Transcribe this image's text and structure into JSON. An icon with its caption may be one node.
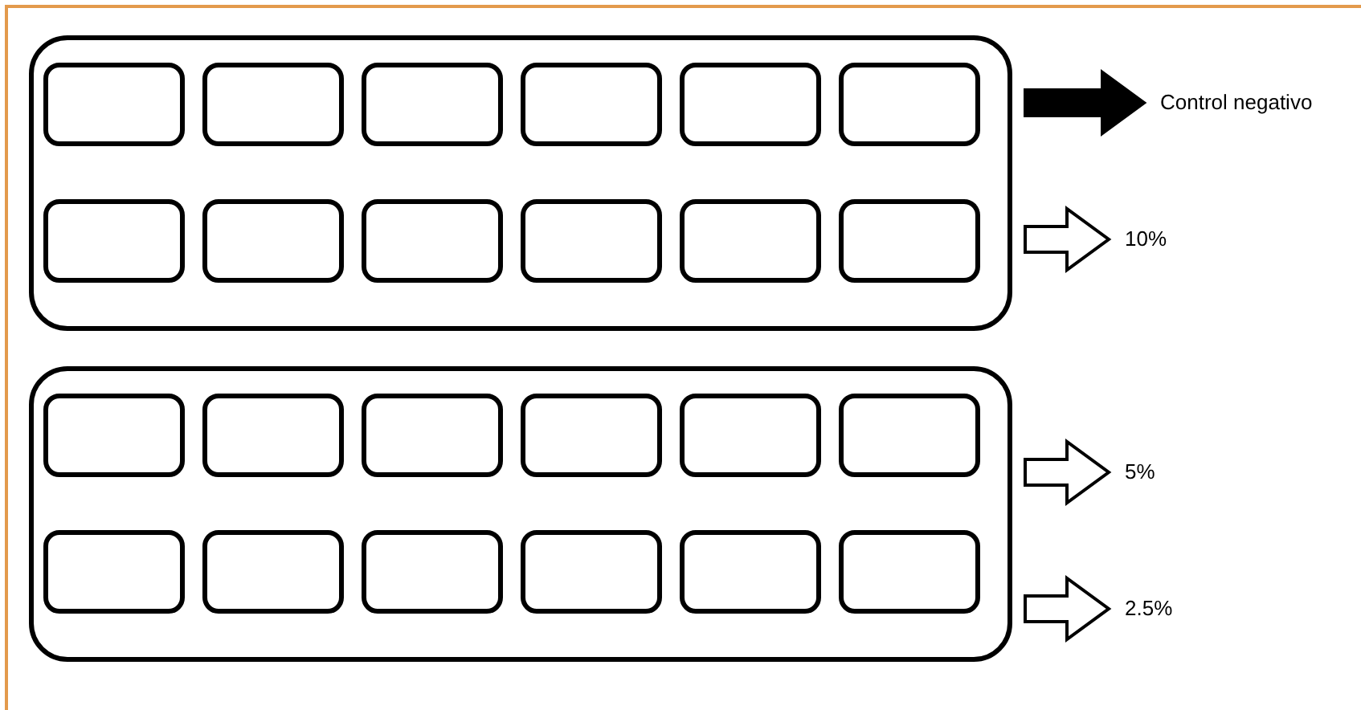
{
  "diagram": {
    "nodes": [
      {
        "text": [],
        "shape": "box"
      },
      {
        "text": [],
        "shape": "box",
        "in": 0
      },
      {
        "text": [],
        "shape": "box",
        "in": 0
      },
      {
        "text": [],
        "shape": "box",
        "in": 0
      },
      {
        "text": [],
        "shape": "box",
        "in": 0
      },
      {
        "text": [],
        "shape": "box",
        "in": 0
      },
      {
        "text": [],
        "shape": "box",
        "in": 0
      },
      {
        "text": [],
        "shape": "box",
        "in": 0
      },
      {
        "text": [],
        "shape": "box",
        "in": 0
      },
      {
        "text": [],
        "shape": "box",
        "in": 0
      },
      {
        "text": [],
        "shape": "box",
        "in": 0
      },
      {
        "text": [],
        "shape": "box",
        "in": 0
      },
      {
        "text": [],
        "shape": "box",
        "in": 0
      },
      {
        "text": [],
        "shape": "box"
      },
      {
        "text": [],
        "shape": "box",
        "in": 13
      },
      {
        "text": [],
        "shape": "box",
        "in": 13
      },
      {
        "text": [],
        "shape": "box",
        "in": 13
      },
      {
        "text": [],
        "shape": "box",
        "in": 13
      },
      {
        "text": [],
        "shape": "box",
        "in": 13
      },
      {
        "text": [],
        "shape": "box",
        "in": 13
      },
      {
        "text": [],
        "shape": "box",
        "in": 13
      },
      {
        "text": [],
        "shape": "box",
        "in": 13
      },
      {
        "text": [],
        "shape": "box",
        "in": 13
      },
      {
        "text": [],
        "shape": "box",
        "in": 13
      },
      {
        "text": [],
        "shape": "box",
        "in": 13
      },
      {
        "text": [],
        "shape": "box",
        "in": 13
      },
      {
        "text": [
          "Control negativo"
        ]
      },
      {
        "text": [
          "10%"
        ]
      },
      {
        "text": [
          "5%"
        ]
      },
      {
        "text": [
          "2.5%"
        ]
      }
    ],
    "edges": [
      {
        "from": 0,
        "to": 26,
        "arrow": "to",
        "style": "thick"
      },
      {
        "from": 0,
        "to": 27,
        "arrow": "to"
      },
      {
        "from": 13,
        "to": 28,
        "arrow": "to"
      },
      {
        "from": 13,
        "to": 29,
        "arrow": "to"
      }
    ]
  }
}
